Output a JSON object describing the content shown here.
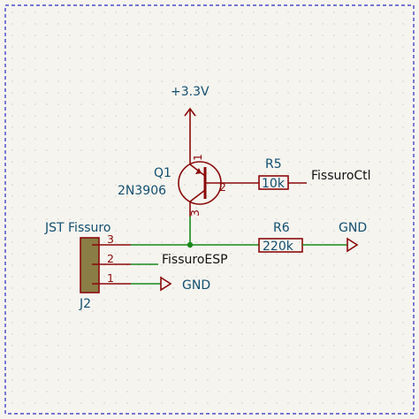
{
  "schematic": {
    "power": {
      "label": "+3.3V"
    },
    "q1": {
      "ref": "Q1",
      "value": "2N3906",
      "pin_base": "2",
      "pin_emitter": "1",
      "pin_collector": "3"
    },
    "r5": {
      "ref": "R5",
      "value": "10k",
      "net_label": "FissuroCtl"
    },
    "r6": {
      "ref": "R6",
      "value": "220k",
      "gnd_label": "GND"
    },
    "j2": {
      "value": "JST Fissuro",
      "ref": "J2",
      "pins": [
        "3",
        "2",
        "1"
      ],
      "gnd_label": "GND"
    },
    "net_esp": {
      "label": "FissuroESP"
    }
  },
  "colors": {
    "wire": "#1a8a1a",
    "symbol": "#8a0a0a",
    "label_text": "#134f6f",
    "connector_fill": "#8a7d45",
    "border": "#2a2ac0",
    "background": "#f5f4ef"
  }
}
